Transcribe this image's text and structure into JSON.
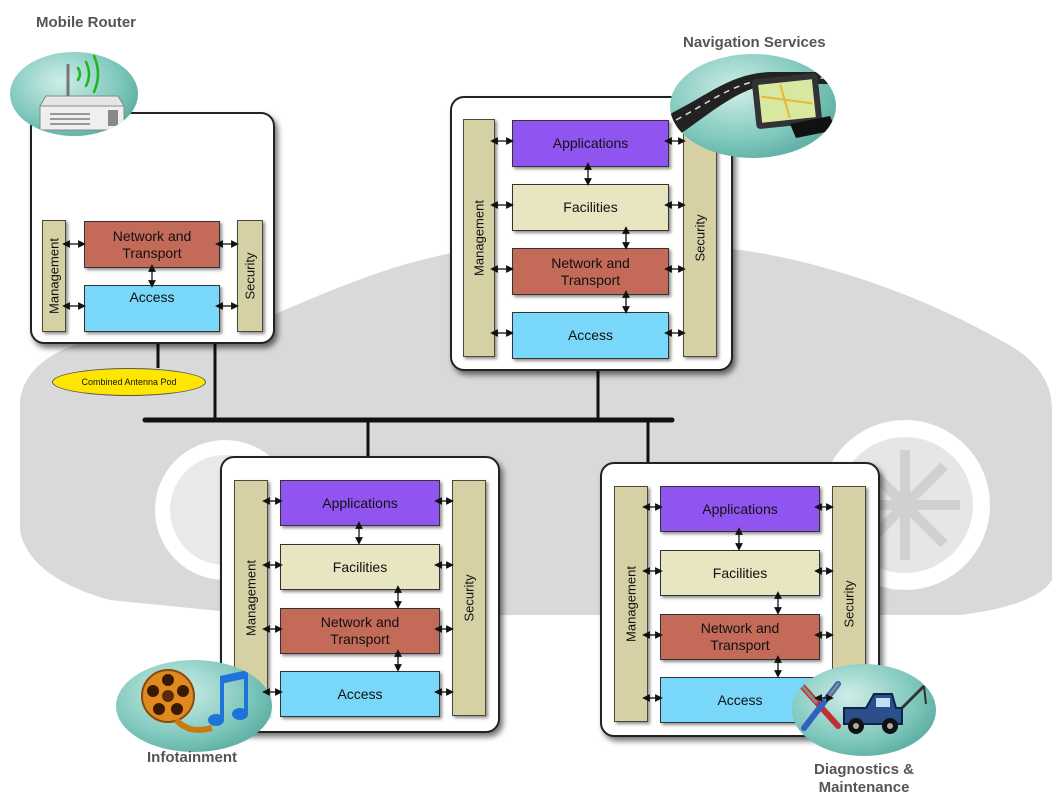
{
  "titles": {
    "mobile_router": "Mobile Router",
    "navigation": "Navigation Services",
    "infotainment": "Infotainment",
    "diagnostics_line1": "Diagnostics &",
    "diagnostics_line2": "Maintenance"
  },
  "antenna_pod": "Combined Antenna Pod",
  "layers": {
    "management": "Management",
    "security": "Security",
    "applications": "Applications",
    "facilities": "Facilities",
    "network_line1": "Network and",
    "network_line2": "Transport",
    "access": "Access"
  },
  "icons": {
    "router": "wifi-router-icon",
    "navigation": "gps-navigation-icon",
    "infotainment": "film-reel-music-icon",
    "diagnostics": "tools-tow-truck-icon"
  },
  "colors": {
    "applications": "#9055f0",
    "facilities": "#e8e6c1",
    "network": "#c46a58",
    "access": "#79d7fa",
    "side_panels": "#d6d1a4",
    "antenna_pod": "#ffe600",
    "car_silhouette": "#d9d9d9"
  }
}
